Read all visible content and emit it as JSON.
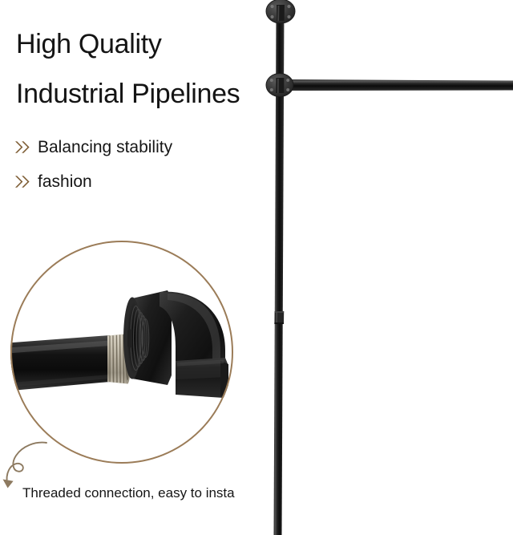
{
  "headline": {
    "line1": "High Quality",
    "line2": "Industrial Pipelines"
  },
  "features": [
    {
      "icon": "double-chevron-right-icon",
      "label": "Balancing stability"
    },
    {
      "icon": "double-chevron-right-icon",
      "label": "fashion"
    }
  ],
  "detail_inset": {
    "shape": "circle",
    "ring_color": "#9b7c58",
    "subject": "black-pipe-with-threaded-end-and-elbow-fitting",
    "parts": [
      {
        "name": "straight-pipe-nipple",
        "finish": "matte-black",
        "color": "#1b1b1b"
      },
      {
        "name": "male-threaded-end",
        "finish": "pewter-silver",
        "color": "#b9b3a4"
      },
      {
        "name": "ninety-degree-elbow-fitting",
        "finish": "matte-black",
        "color": "#1e1e1e"
      }
    ]
  },
  "annotation": {
    "arrow_icon": "curly-arrow-down-left-icon",
    "arrow_color": "#8d7a60",
    "caption": "Threaded connection, easy to insta"
  },
  "product_render": {
    "name": "wall-mounted-industrial-pipe-clothing-rack",
    "pipe_color": "#1d1d1d",
    "flange_color": "#3a3a3a",
    "elements": [
      {
        "name": "top-wall-flange",
        "holes": 4
      },
      {
        "name": "vertical-upright-pipe"
      },
      {
        "name": "mid-wall-flange-tee",
        "holes": 4
      },
      {
        "name": "horizontal-hanging-rail"
      },
      {
        "name": "pipe-coupling-joint"
      }
    ]
  }
}
